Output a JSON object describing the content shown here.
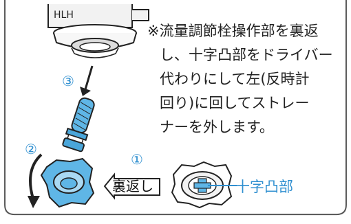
{
  "note_lines": [
    "※流量調節栓操作部を裏返",
    "し、十字凸部をドライバー",
    "代わりにして左(反時計",
    "回り)に回してストレー",
    "ナーを外します。"
  ],
  "steps": {
    "one": "①",
    "two": "②",
    "three": "③"
  },
  "labels": {
    "urakaeshi": "裏返し",
    "cross_protrusion": "十字凸部"
  },
  "colors": {
    "accent_blue": "#2f8fd0",
    "part_blue": "#5fb6e6",
    "outline": "#222222",
    "gray_fill": "#e6e6e6"
  }
}
